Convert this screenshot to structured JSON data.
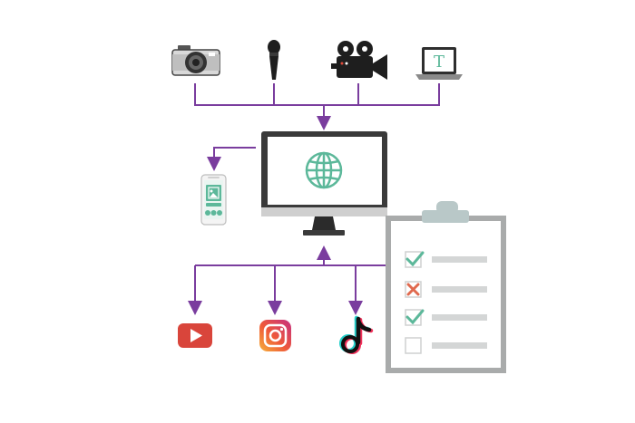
{
  "laptop_screen_letter": "T",
  "colors": {
    "connector": "#7a3d9e",
    "accent_green": "#5cb89a",
    "device_dark": "#2b2b2b",
    "monitor_bezel": "#3a3a3a",
    "clipboard_frame": "#a9abab",
    "clipboard_clip": "#b9c8c8",
    "checklist_line": "#d4d6d6",
    "check_green": "#5cb89a",
    "cross_red": "#e06a4f",
    "youtube_red": "#d9453b",
    "instagram_orange": "#f0843a",
    "instagram_magenta": "#c6307f"
  },
  "sources": [
    {
      "icon": "photo-camera-icon"
    },
    {
      "icon": "microphone-icon"
    },
    {
      "icon": "film-camera-icon"
    },
    {
      "icon": "laptop-icon"
    }
  ],
  "hub": {
    "icon": "globe-icon",
    "device": "desktop-monitor"
  },
  "outputs": [
    {
      "icon": "youtube-icon"
    },
    {
      "icon": "instagram-icon"
    },
    {
      "icon": "tiktok-icon"
    }
  ],
  "side_device": {
    "icon": "smartphone-icon"
  },
  "checklist": {
    "items": [
      {
        "state": "checked"
      },
      {
        "state": "crossed"
      },
      {
        "state": "checked"
      },
      {
        "state": "empty"
      }
    ]
  }
}
